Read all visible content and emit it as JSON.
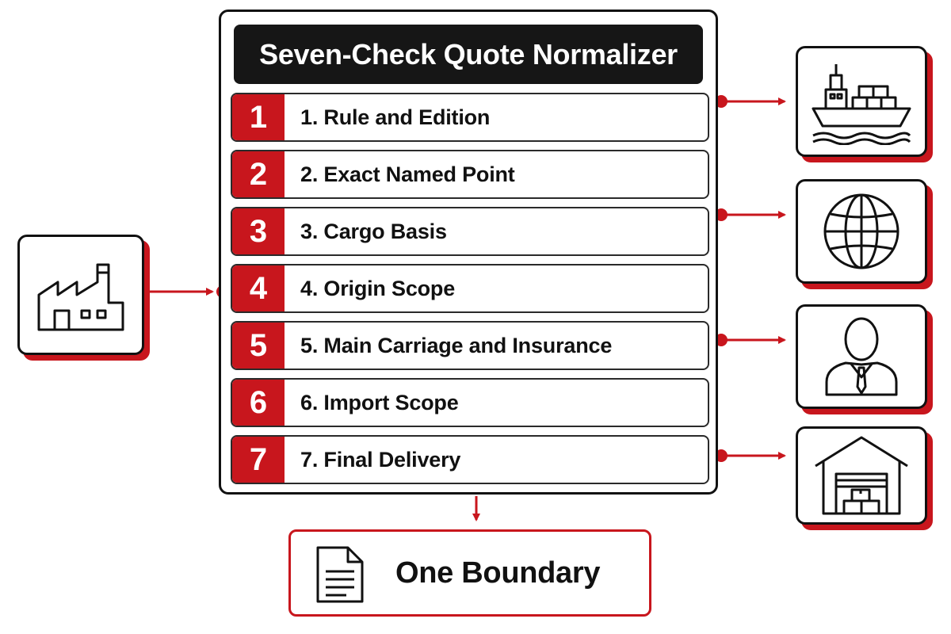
{
  "title": "Seven-Check Quote Normalizer",
  "checks": [
    {
      "num": "1",
      "label": "1. Rule and Edition"
    },
    {
      "num": "2",
      "label": "2. Exact Named Point"
    },
    {
      "num": "3",
      "label": "3. Cargo Basis"
    },
    {
      "num": "4",
      "label": "4. Origin Scope"
    },
    {
      "num": "5",
      "label": "5. Main Carriage and Insurance"
    },
    {
      "num": "6",
      "label": "6. Import Scope"
    },
    {
      "num": "7",
      "label": "7. Final Delivery"
    }
  ],
  "output": {
    "label": "One Boundary",
    "icon": "document-icon"
  },
  "input_icon": "factory-icon",
  "side_icons": [
    "cargo-ship-icon",
    "globe-icon",
    "businessman-icon",
    "warehouse-icon"
  ],
  "colors": {
    "accent": "#c8161d",
    "title_bg": "#161616",
    "ink": "#111111"
  }
}
